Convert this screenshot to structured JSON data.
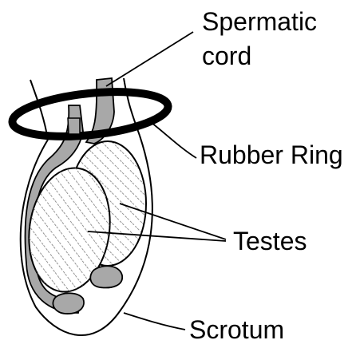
{
  "labels": {
    "spermatic_line1": "Spermatic",
    "spermatic_line2": "cord",
    "rubber_ring": "Rubber Ring",
    "testes": "Testes",
    "scrotum": "Scrotum"
  },
  "colors": {
    "outline": "#000000",
    "cord_fill": "#a8a8a8",
    "testis_hatch": "#7a7a7a",
    "background": "#ffffff"
  }
}
